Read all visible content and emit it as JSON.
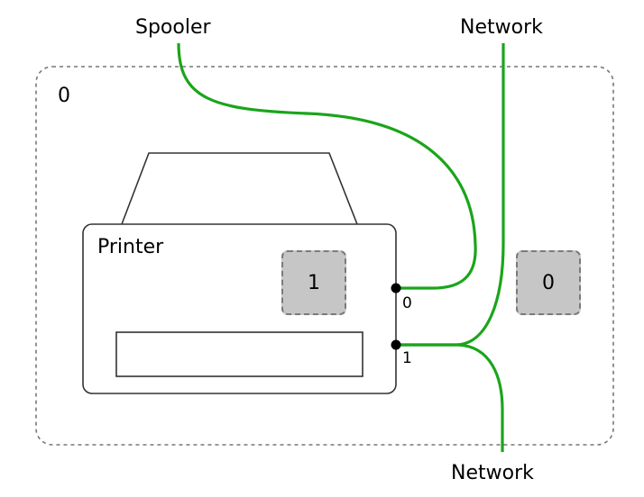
{
  "labels": {
    "spooler": "Spooler",
    "network_top": "Network",
    "network_bottom": "Network",
    "outer_box": "0",
    "printer": "Printer",
    "port_0": "0",
    "port_1": "1",
    "printer_badge": "1",
    "outer_badge": "0"
  },
  "colors": {
    "wire": "#1aa51a",
    "outline": "#333333",
    "dashed_border": "#777777",
    "badge_fill": "#c6c6c6"
  }
}
